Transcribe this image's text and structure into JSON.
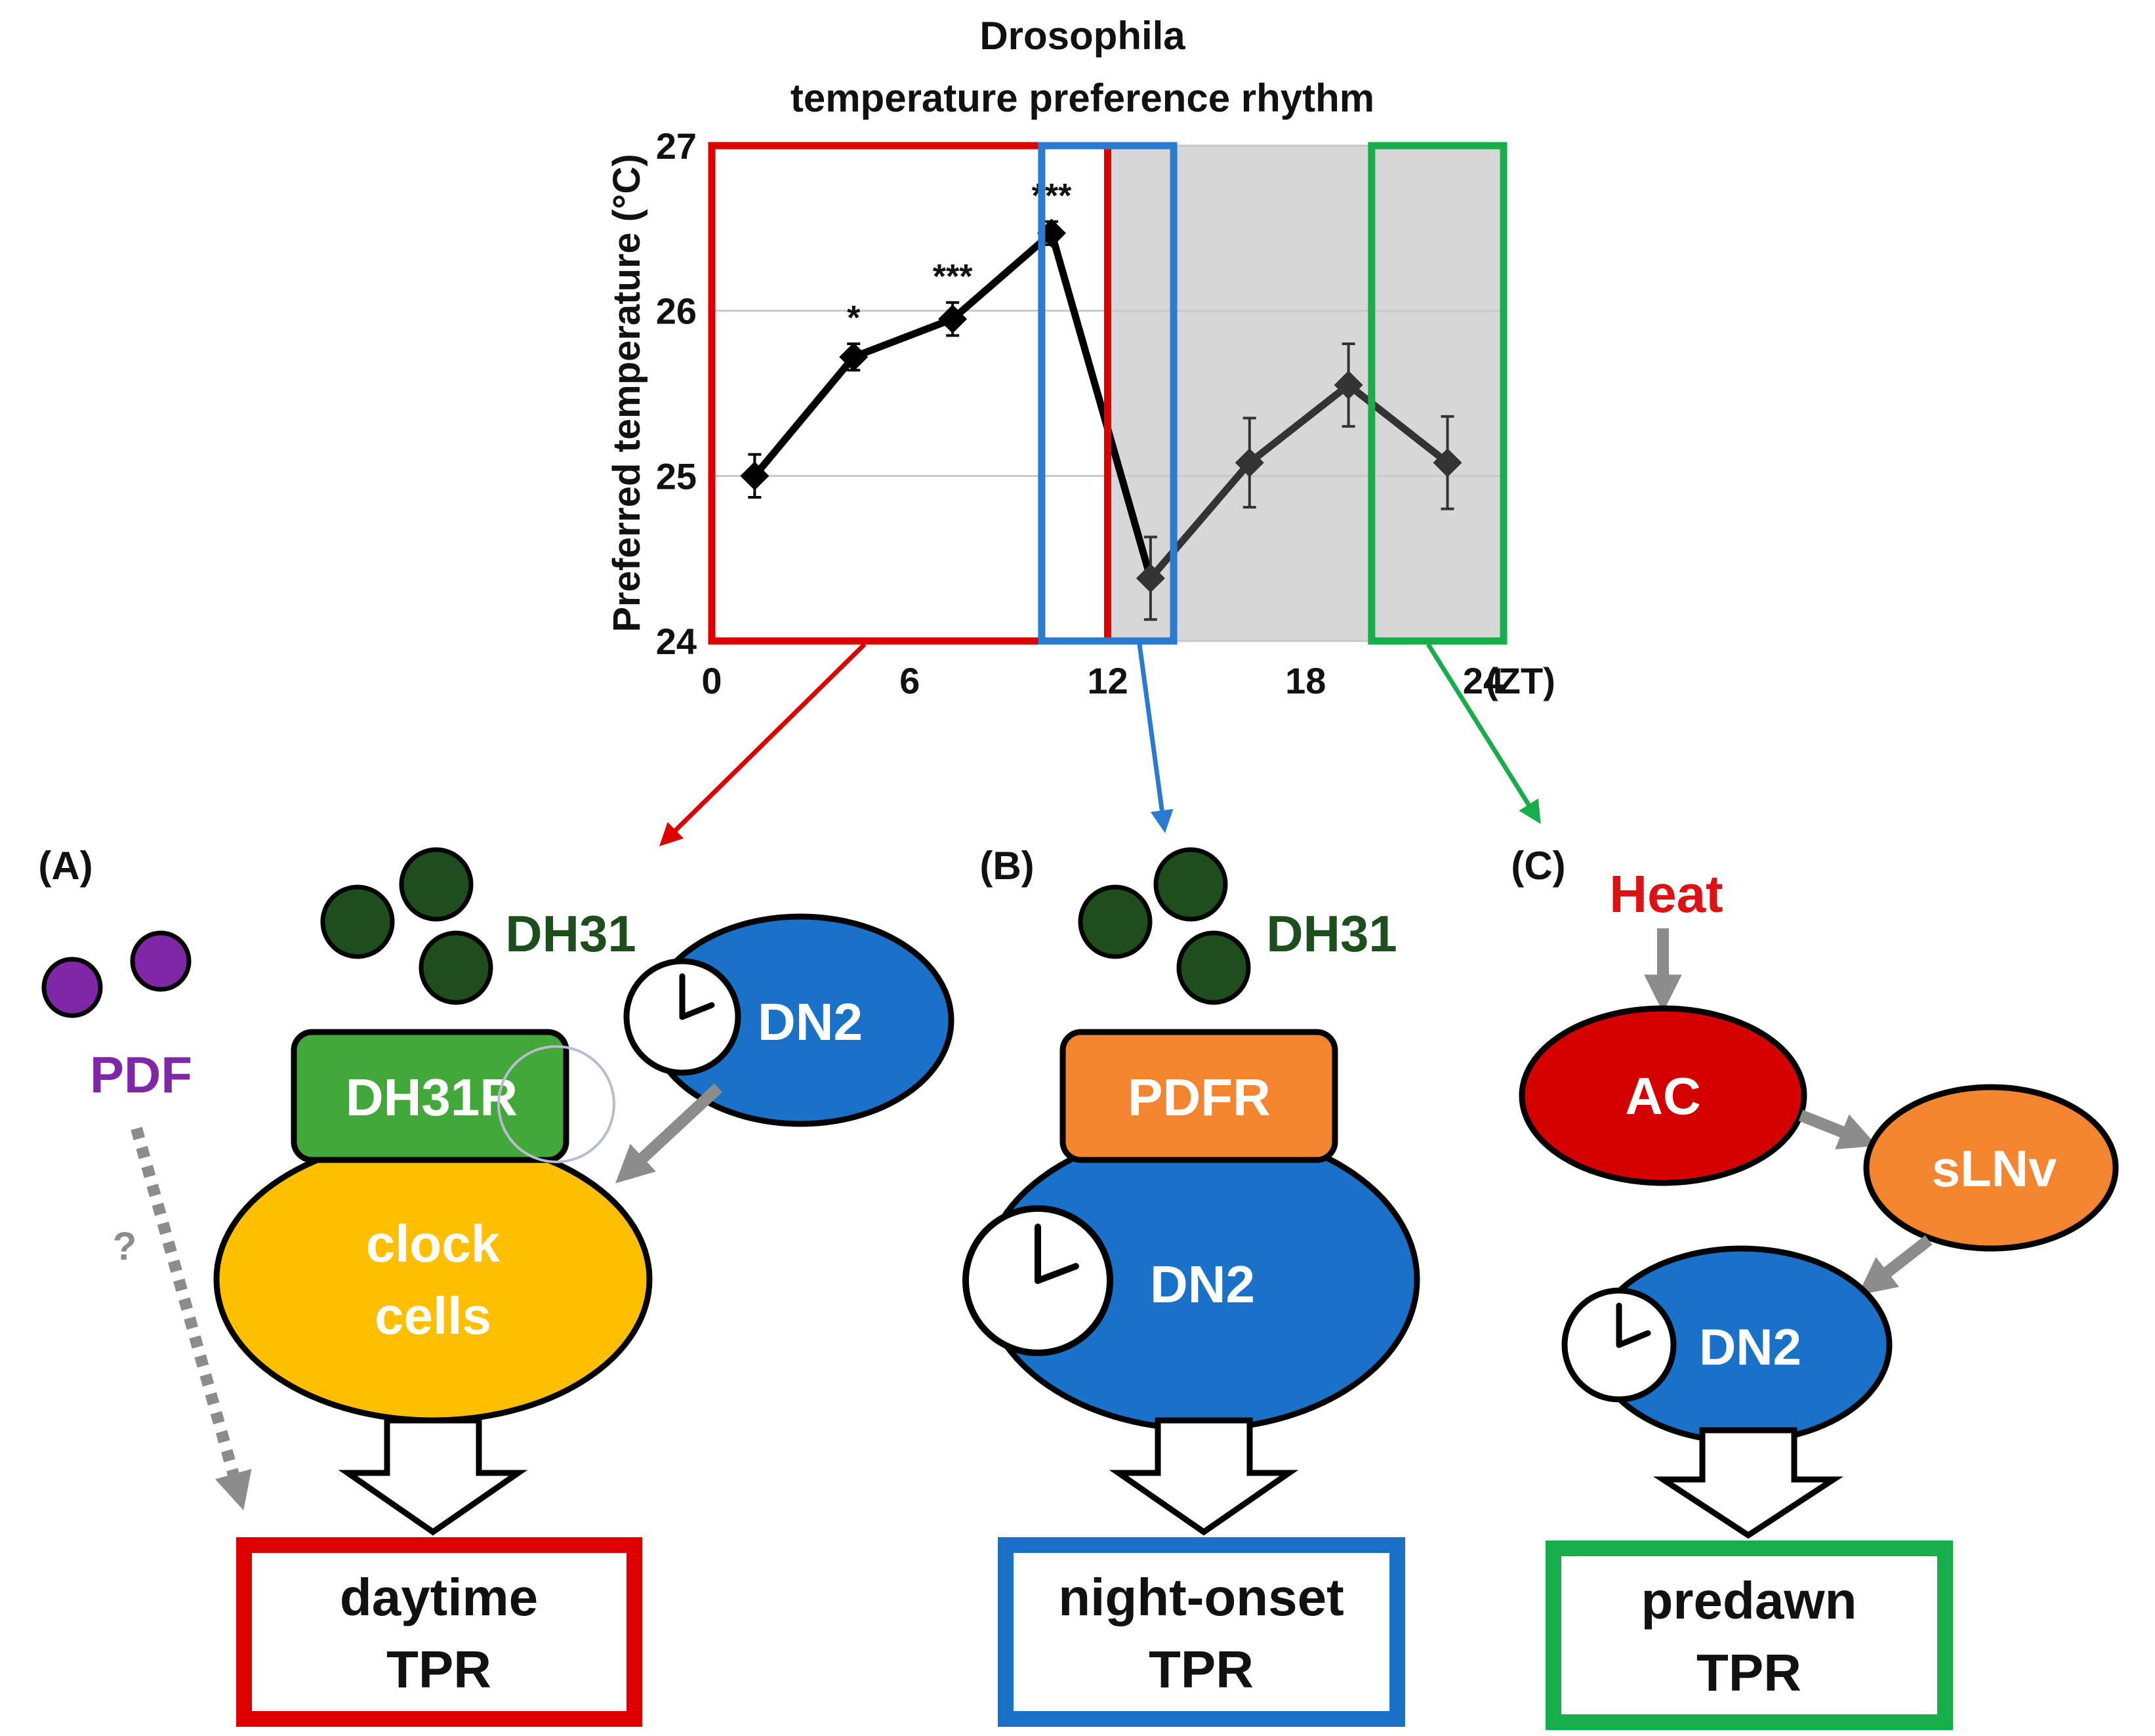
{
  "chart_data": {
    "type": "line",
    "title": "Drosophila",
    "subtitle": "temperature preference rhythm",
    "xlabel": "(ZT)",
    "ylabel": "Preferred temperature (°C)",
    "xlim": [
      0,
      24
    ],
    "ylim": [
      24,
      27
    ],
    "xticks": [
      0,
      6,
      12,
      18,
      24
    ],
    "xtick_labels": [
      "0",
      "6",
      "12",
      "18",
      "24"
    ],
    "yticks": [
      24,
      25,
      26,
      27
    ],
    "ytick_labels": [
      "24",
      "25",
      "26",
      "27"
    ],
    "grid": true,
    "dark_period": [
      12,
      24
    ],
    "points": [
      {
        "x": 1.3,
        "y": 25.0,
        "err": 0.13,
        "sig": ""
      },
      {
        "x": 4.3,
        "y": 25.72,
        "err": 0.08,
        "sig": "*"
      },
      {
        "x": 7.3,
        "y": 25.95,
        "err": 0.1,
        "sig": "***"
      },
      {
        "x": 10.3,
        "y": 26.47,
        "err": 0.07,
        "sig": "***"
      },
      {
        "x": 13.3,
        "y": 24.38,
        "err": 0.25,
        "sig": ""
      },
      {
        "x": 16.3,
        "y": 25.08,
        "err": 0.27,
        "sig": ""
      },
      {
        "x": 19.3,
        "y": 25.55,
        "err": 0.25,
        "sig": ""
      },
      {
        "x": 22.3,
        "y": 25.08,
        "err": 0.28,
        "sig": ""
      }
    ],
    "windows": [
      {
        "name": "daytime",
        "x0": 0,
        "x1": 12,
        "color": "#dd0000"
      },
      {
        "name": "night-onset",
        "x0": 10,
        "x1": 14,
        "color": "#2a7bd0"
      },
      {
        "name": "predawn",
        "x0": 20,
        "x1": 24,
        "color": "#16ad4a"
      }
    ]
  },
  "colors": {
    "red": "#dd0000",
    "blue": "#1a72c8",
    "green": "#16ad4a",
    "dh31_green": "#1e4d1e",
    "dh31r_green": "#43a83a",
    "pdf_purple": "#7f27a6",
    "clock_yellow": "#fdbf00",
    "orange": "#f38430",
    "ac_red": "#d40000",
    "grey_arrow": "#8c8c8c",
    "heat_red": "#dd1111"
  },
  "panelA": {
    "label": "(A)",
    "pdf": "PDF",
    "dh31": "DH31",
    "receptor": "DH31R",
    "clock_line1": "clock",
    "clock_line2": "cells",
    "dn2": "DN2",
    "question": "?",
    "out_line1": "daytime",
    "out_line2": "TPR"
  },
  "panelB": {
    "label": "(B)",
    "dh31": "DH31",
    "receptor": "PDFR",
    "dn2": "DN2",
    "out_line1": "night-onset",
    "out_line2": "TPR"
  },
  "panelC": {
    "label": "(C)",
    "heat": "Heat",
    "ac": "AC",
    "slnv": "sLNv",
    "dn2": "DN2",
    "out_line1": "predawn",
    "out_line2": "TPR"
  }
}
